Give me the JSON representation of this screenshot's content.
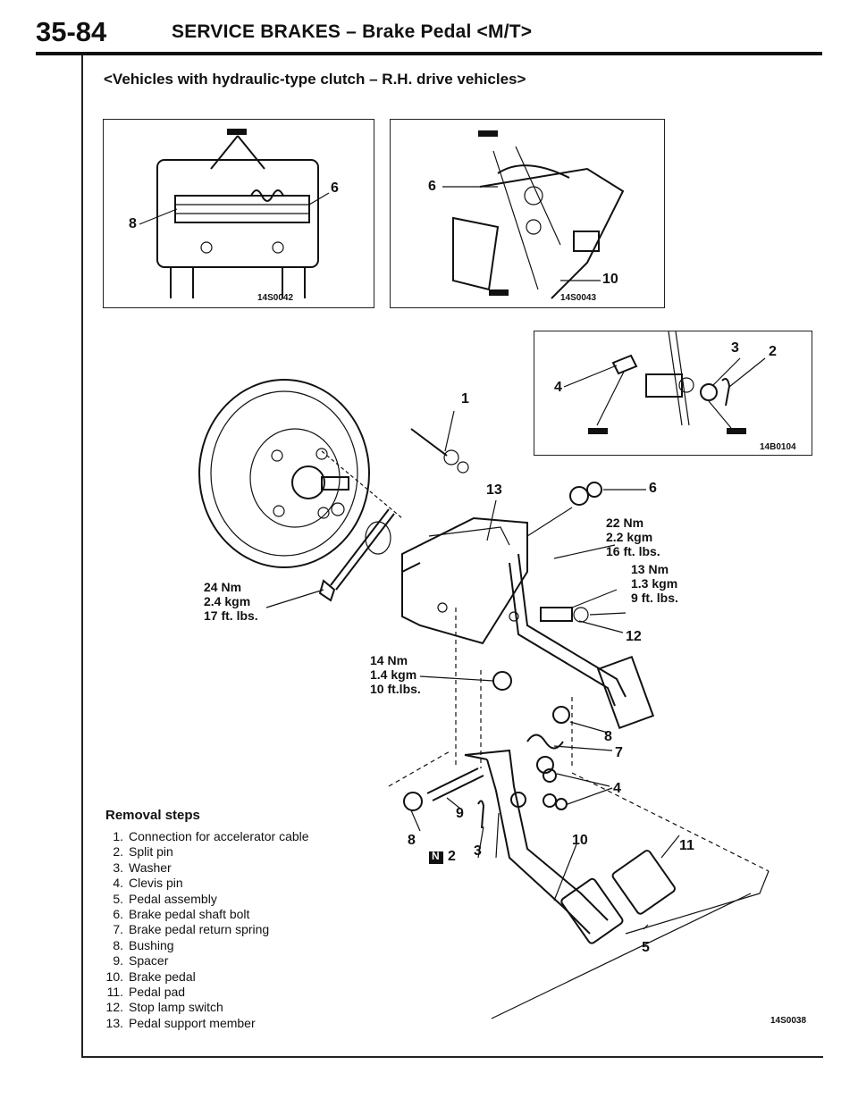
{
  "header": {
    "page_number": "35-84",
    "title": "SERVICE BRAKES – Brake Pedal <M/T>"
  },
  "section_heading": "<Vehicles with hydraulic-type clutch – R.H. drive vehicles>",
  "figures": {
    "top_left": {
      "code": "14S0042",
      "callouts": [
        "8",
        "6"
      ]
    },
    "top_middle": {
      "code": "14S0043",
      "callouts": [
        "6",
        "10"
      ]
    },
    "top_right": {
      "code": "14B0104",
      "callouts": [
        "4",
        "3",
        "2"
      ]
    },
    "main": {
      "code": "14S0038"
    }
  },
  "main_callouts": [
    "1",
    "13",
    "6",
    "12",
    "8",
    "7",
    "4",
    "9",
    "8",
    "2",
    "3",
    "10",
    "11",
    "5"
  ],
  "n_marker": "N",
  "torques": {
    "bolt_left": [
      "24 Nm",
      "2.4 kgm",
      "17 ft. lbs."
    ],
    "nut_lower": [
      "14 Nm",
      "1.4 kgm",
      "10 ft.lbs."
    ],
    "nut_top": [
      "22 Nm",
      "2.2 kgm",
      "16 ft. lbs."
    ],
    "switch": [
      "13 Nm",
      "1.3 kgm",
      "9 ft. lbs."
    ]
  },
  "removal": {
    "title": "Removal steps",
    "steps": [
      {
        "num": "1.",
        "text": "Connection for accelerator cable"
      },
      {
        "num": "2.",
        "text": "Split pin"
      },
      {
        "num": "3.",
        "text": "Washer"
      },
      {
        "num": "4.",
        "text": "Clevis pin"
      },
      {
        "num": "5.",
        "text": "Pedal assembly"
      },
      {
        "num": "6.",
        "text": "Brake pedal shaft bolt"
      },
      {
        "num": "7.",
        "text": "Brake pedal return spring"
      },
      {
        "num": "8.",
        "text": "Bushing"
      },
      {
        "num": "9.",
        "text": "Spacer"
      },
      {
        "num": "10.",
        "text": "Brake pedal"
      },
      {
        "num": "11.",
        "text": "Pedal pad"
      },
      {
        "num": "12.",
        "text": "Stop lamp switch"
      },
      {
        "num": "13.",
        "text": "Pedal support member"
      }
    ]
  }
}
